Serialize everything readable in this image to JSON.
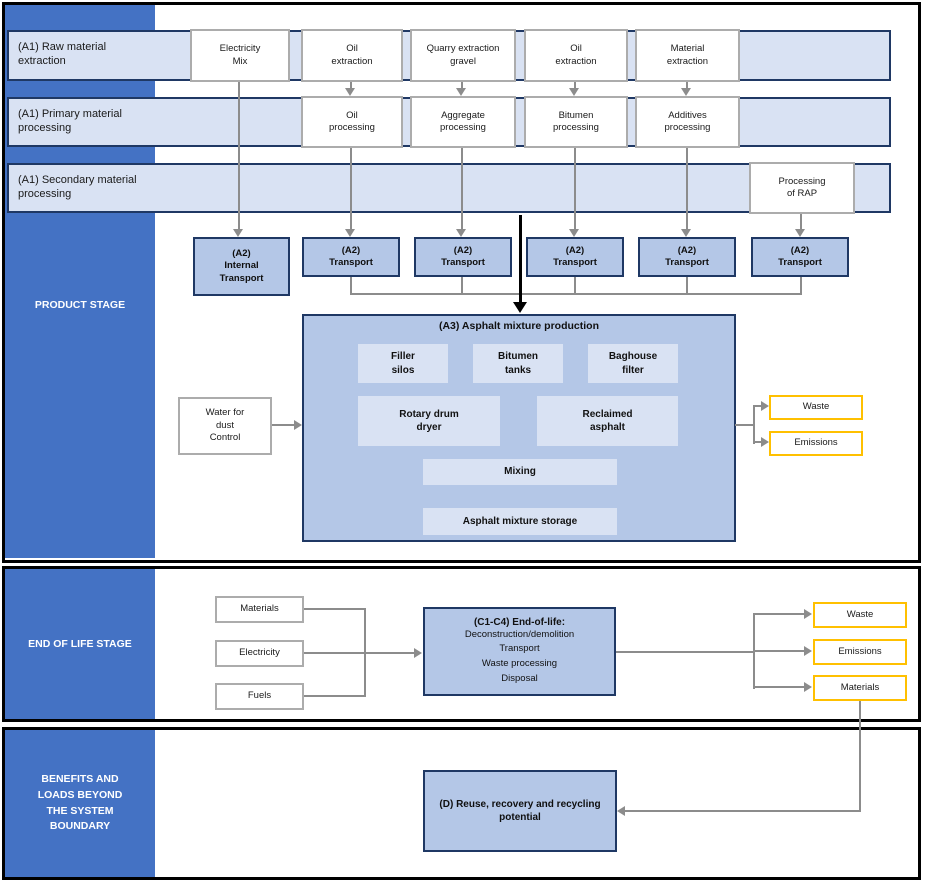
{
  "product": {
    "sidebar": "PRODUCT STAGE",
    "band1": "(A1) Raw material\nextraction",
    "band2": "(A1) Primary material\nprocessing",
    "band3": "(A1) Secondary material\nprocessing",
    "raw": [
      "Electricity\nMix",
      "Oil\nextraction",
      "Quarry extraction\ngravel",
      "Oil\nextraction",
      "Material\nextraction"
    ],
    "processing": [
      "Oil\nprocessing",
      "Aggregate\nprocessing",
      "Bitumen\nprocessing",
      "Additives\nprocessing"
    ],
    "rap": "Processing\nof RAP",
    "internal_transport": "(A2)\nInternal\nTransport",
    "transports": [
      "(A2)\nTransport",
      "(A2)\nTransport",
      "(A2)\nTransport",
      "(A2)\nTransport",
      "(A2)\nTransport"
    ],
    "a3_title": "(A3) Asphalt mixture production",
    "a3_units": [
      "Filler\nsilos",
      "Bitumen\ntanks",
      "Baghouse\nfilter",
      "Rotary drum\ndryer",
      "Reclaimed\nasphalt",
      "Mixing",
      "Asphalt mixture storage"
    ],
    "water": "Water for\ndust\nControl",
    "out_waste": "Waste",
    "out_emissions": "Emissions"
  },
  "eol": {
    "sidebar": "END OF LIFE STAGE",
    "inputs": [
      "Materials",
      "Electricity",
      "Fuels"
    ],
    "c_title": "(C1-C4) End-of-life:",
    "c_body": "Deconstruction/demolition\nTransport\nWaste processing\nDisposal",
    "outputs": [
      "Waste",
      "Emissions",
      "Materials"
    ]
  },
  "benefits": {
    "sidebar": "BENEFITS AND\nLOADS BEYOND\nTHE SYSTEM\nBOUNDARY",
    "d_box": "(D) Reuse, recovery and recycling\npotential"
  },
  "colors": {
    "sidebar_blue": "#4472C4",
    "band_light_blue": "#D9E2F3",
    "box_medium_blue": "#B4C7E7",
    "accent_yellow": "#FFC000",
    "line_gray": "#8C8C8C",
    "border_navy": "#1F3864",
    "main_arrow_black": "#000000"
  }
}
